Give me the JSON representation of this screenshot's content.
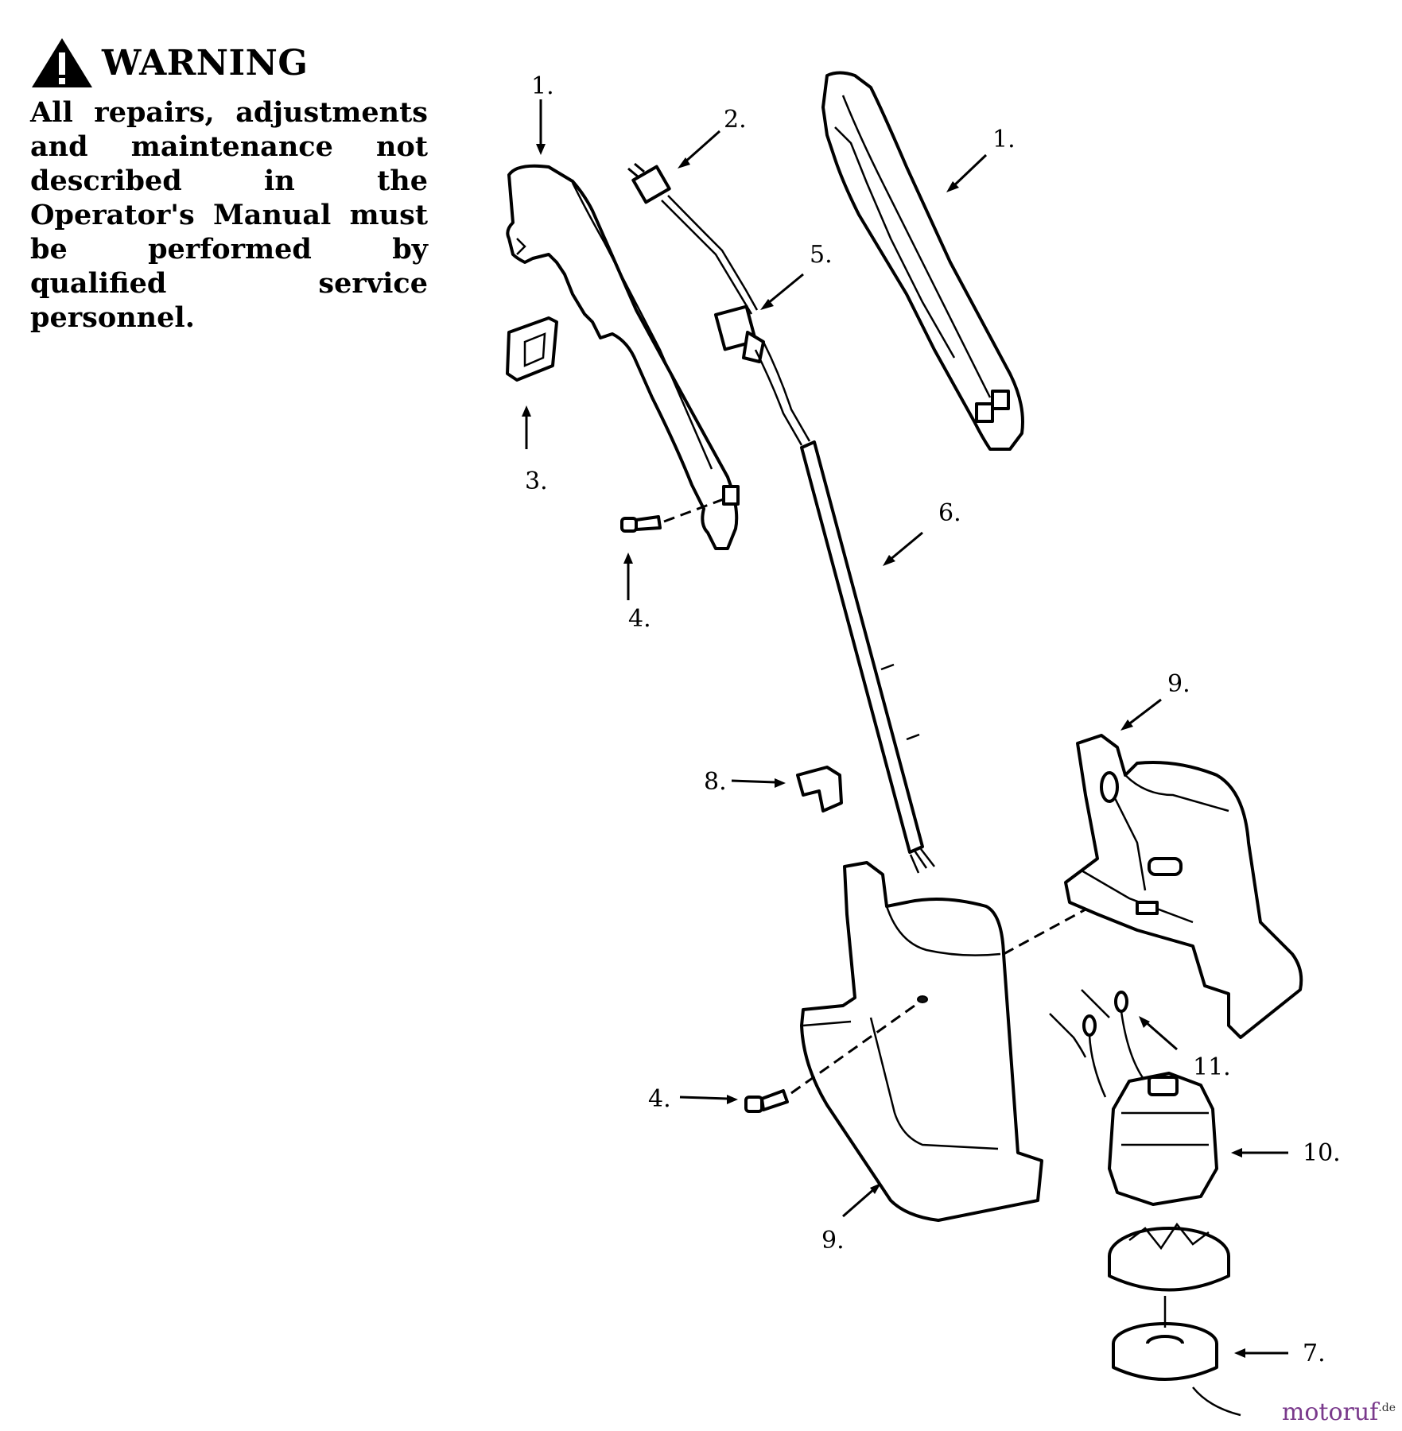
{
  "warning": {
    "title": "WARNING",
    "text": "All repairs, adjustments and maintenance not described in the Operator's Manual must be performed by qualified service personnel."
  },
  "callouts": {
    "c1a": "1.",
    "c1b": "1.",
    "c2": "2.",
    "c3": "3.",
    "c4a": "4.",
    "c4b": "4.",
    "c5": "5.",
    "c6": "6.",
    "c7": "7.",
    "c8": "8.",
    "c9a": "9.",
    "c9b": "9.",
    "c10": "10.",
    "c11": "11."
  },
  "brand": {
    "name": "motoruf",
    "tld": ".de"
  },
  "icons": {
    "warning": "warning-triangle-icon"
  }
}
